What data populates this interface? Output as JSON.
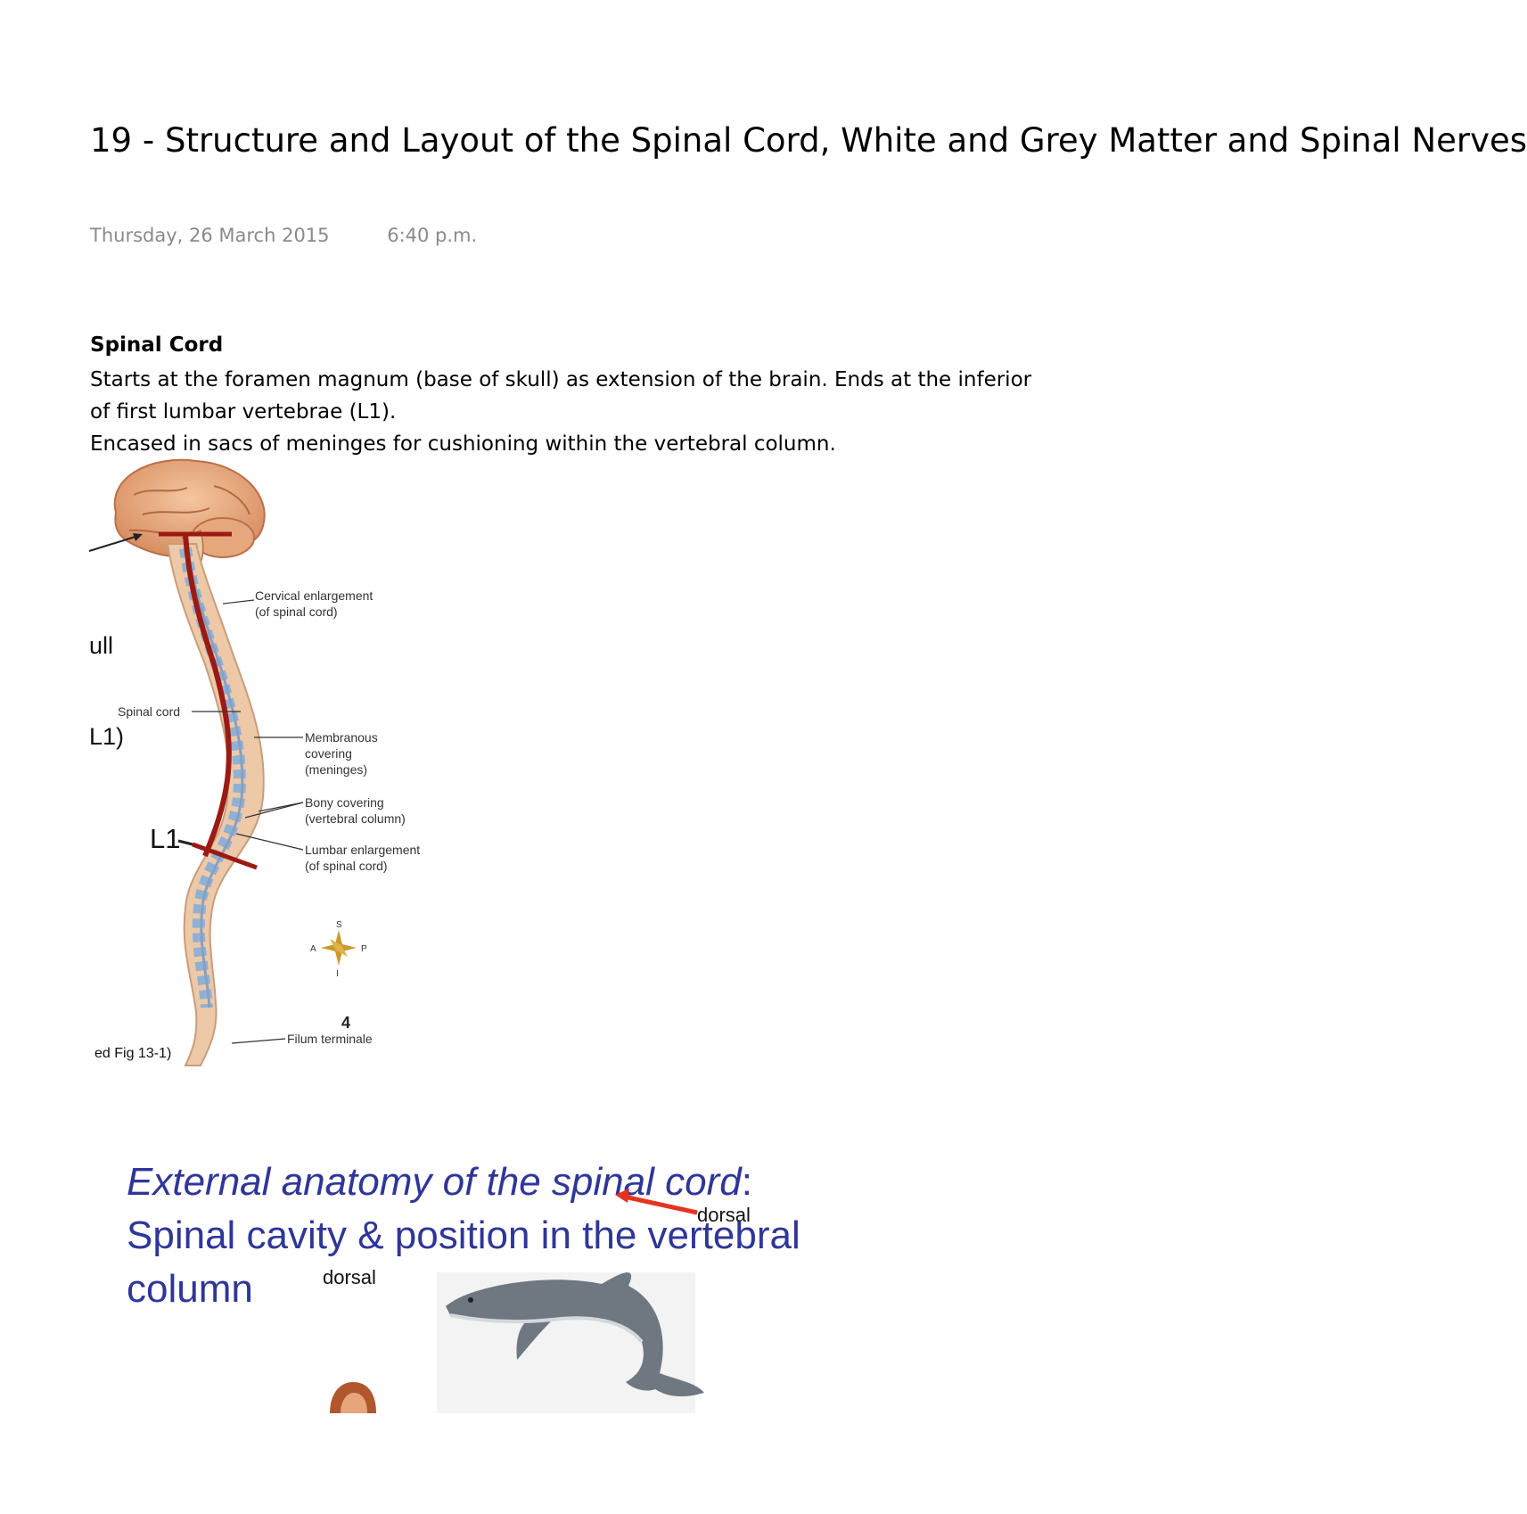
{
  "page": {
    "title": "19 - Structure and Layout of the Spinal Cord, White and Grey Matter and Spinal Nerves",
    "date": "Thursday, 26 March 2015",
    "time": "6:40 p.m."
  },
  "section": {
    "heading": "Spinal Cord",
    "paragraphs": [
      "Starts at the foramen magnum (base of skull) as extension of the brain. Ends at the inferior",
      "of first lumbar vertebrae (L1).",
      "Encased in sacs of meninges for cushioning within the vertebral column."
    ]
  },
  "figure1": {
    "left_fragments": [
      "ull",
      "L1)"
    ],
    "l1_marker": "L1",
    "labels": {
      "cervical": [
        "Cervical enlargement",
        "(of spinal cord)"
      ],
      "spinal_cord": "Spinal cord",
      "membranous": [
        "Membranous",
        "covering",
        "(meninges)"
      ],
      "bony": [
        "Bony covering",
        "(vertebral column)"
      ],
      "lumbar": [
        "Lumbar enlargement",
        "(of spinal cord)"
      ],
      "filum": "Filum terminale",
      "figure_number": "4",
      "caption_fragment": "ed Fig 13-1)",
      "compass": {
        "s": "S",
        "a": "A",
        "p": "P",
        "i": "I"
      }
    }
  },
  "figure2": {
    "heading_italic": "External anatomy of the spinal cord",
    "heading_colon": ":",
    "heading_line2": "Spinal cavity & position in the vertebral",
    "heading_line3": "column",
    "dolphin_label": "dorsal",
    "human_label": "dorsal",
    "heading_color": "#2f3699"
  }
}
